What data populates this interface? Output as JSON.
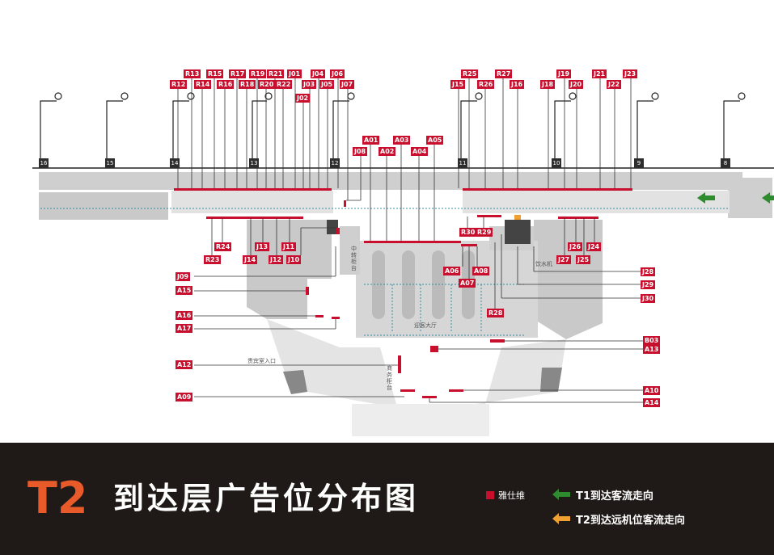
{
  "title": {
    "code": "T2",
    "text": "到达层广告位分布图"
  },
  "legend": [
    {
      "text": "雅仕维",
      "kind": "square",
      "color": "#c8102e"
    },
    {
      "text": "T1到达客流走向",
      "kind": "arrow-left",
      "color": "#2e8b2e"
    },
    {
      "text": "T2到达远机位客流走向",
      "kind": "arrow-down",
      "color": "#f0a030"
    }
  ],
  "colors": {
    "ad": "#c8102e",
    "floor": "#c9c9c9",
    "footer": "#1f1a17",
    "accent": "#e85a2a"
  },
  "bays": [
    "16",
    "15",
    "14",
    "13",
    "12",
    "11",
    "10",
    "9",
    "8"
  ],
  "areas": [
    "中转柜台",
    "迎客大厅",
    "贵宾室入口",
    "饮水机",
    "商务柜台"
  ],
  "labels": [
    "R13",
    "R15",
    "R17",
    "R19",
    "R21",
    "J01",
    "J04",
    "J06",
    "R12",
    "R14",
    "R16",
    "R18",
    "R20",
    "R22",
    "J03",
    "J05",
    "J07",
    "J02",
    "R25",
    "R27",
    "J19",
    "J21",
    "J23",
    "J15",
    "R26",
    "J16",
    "J18",
    "J20",
    "J22",
    "A01",
    "A03",
    "A05",
    "J08",
    "A02",
    "A04",
    "R30",
    "R29",
    "R24",
    "R23",
    "J13",
    "J11",
    "J14",
    "J12",
    "J10",
    "J26",
    "J24",
    "J27",
    "J25",
    "A06",
    "A08",
    "A07",
    "R28",
    "J09",
    "A15",
    "A16",
    "A17",
    "A12",
    "A09",
    "J28",
    "J29",
    "J30",
    "B03",
    "A13",
    "A10",
    "A14"
  ]
}
